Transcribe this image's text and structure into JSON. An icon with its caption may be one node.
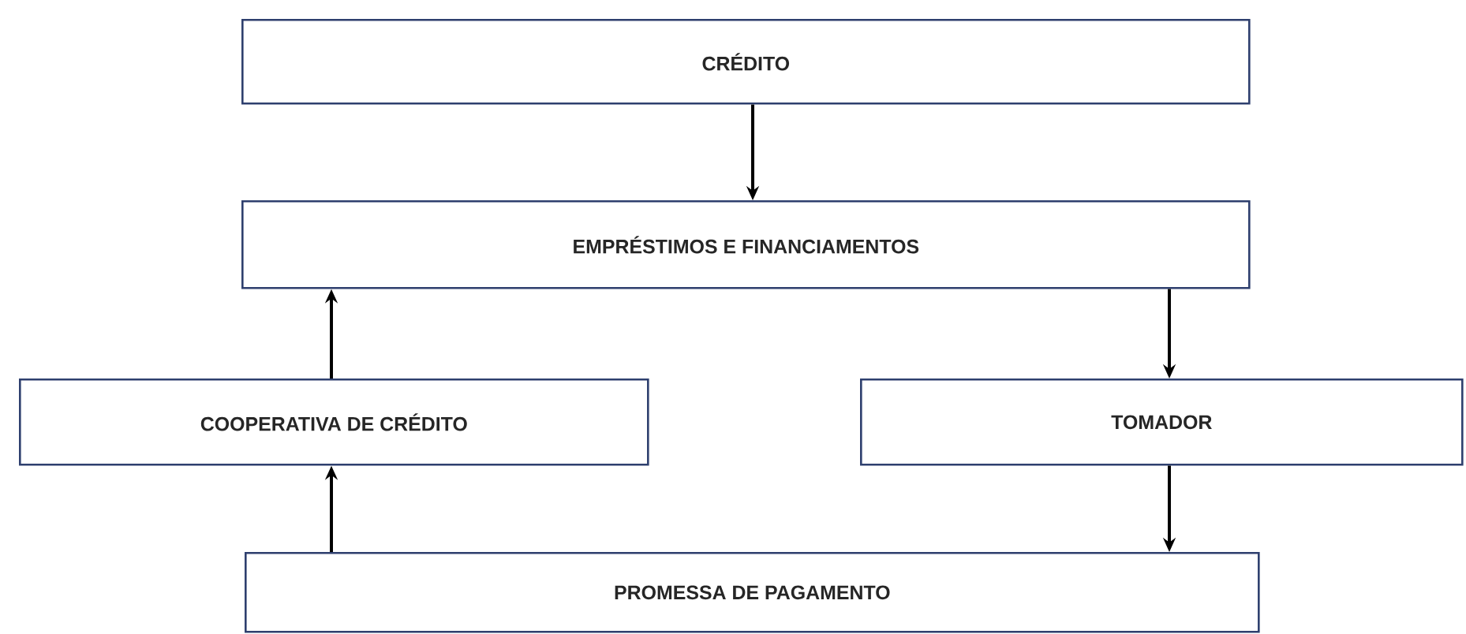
{
  "diagram": {
    "nodes": [
      {
        "text": [
          "CRÉDITO"
        ]
      },
      {
        "text": [
          "EMPRÉSTIMOS E FINANCIAMENTOS"
        ]
      },
      {
        "text": [
          "COOPERATIVA DE CRÉDITO"
        ]
      },
      {
        "text": [
          "TOMADOR"
        ]
      },
      {
        "text": [
          "PROMESSA DE PAGAMENTO"
        ]
      }
    ],
    "edges": [
      {
        "from": 0,
        "to": 1,
        "arrow": "to"
      },
      {
        "from": 2,
        "to": 1,
        "arrow": "to"
      },
      {
        "from": 1,
        "to": 3,
        "arrow": "to"
      },
      {
        "from": 3,
        "to": 4,
        "arrow": "to"
      },
      {
        "from": 4,
        "to": 2,
        "arrow": "to"
      }
    ]
  }
}
